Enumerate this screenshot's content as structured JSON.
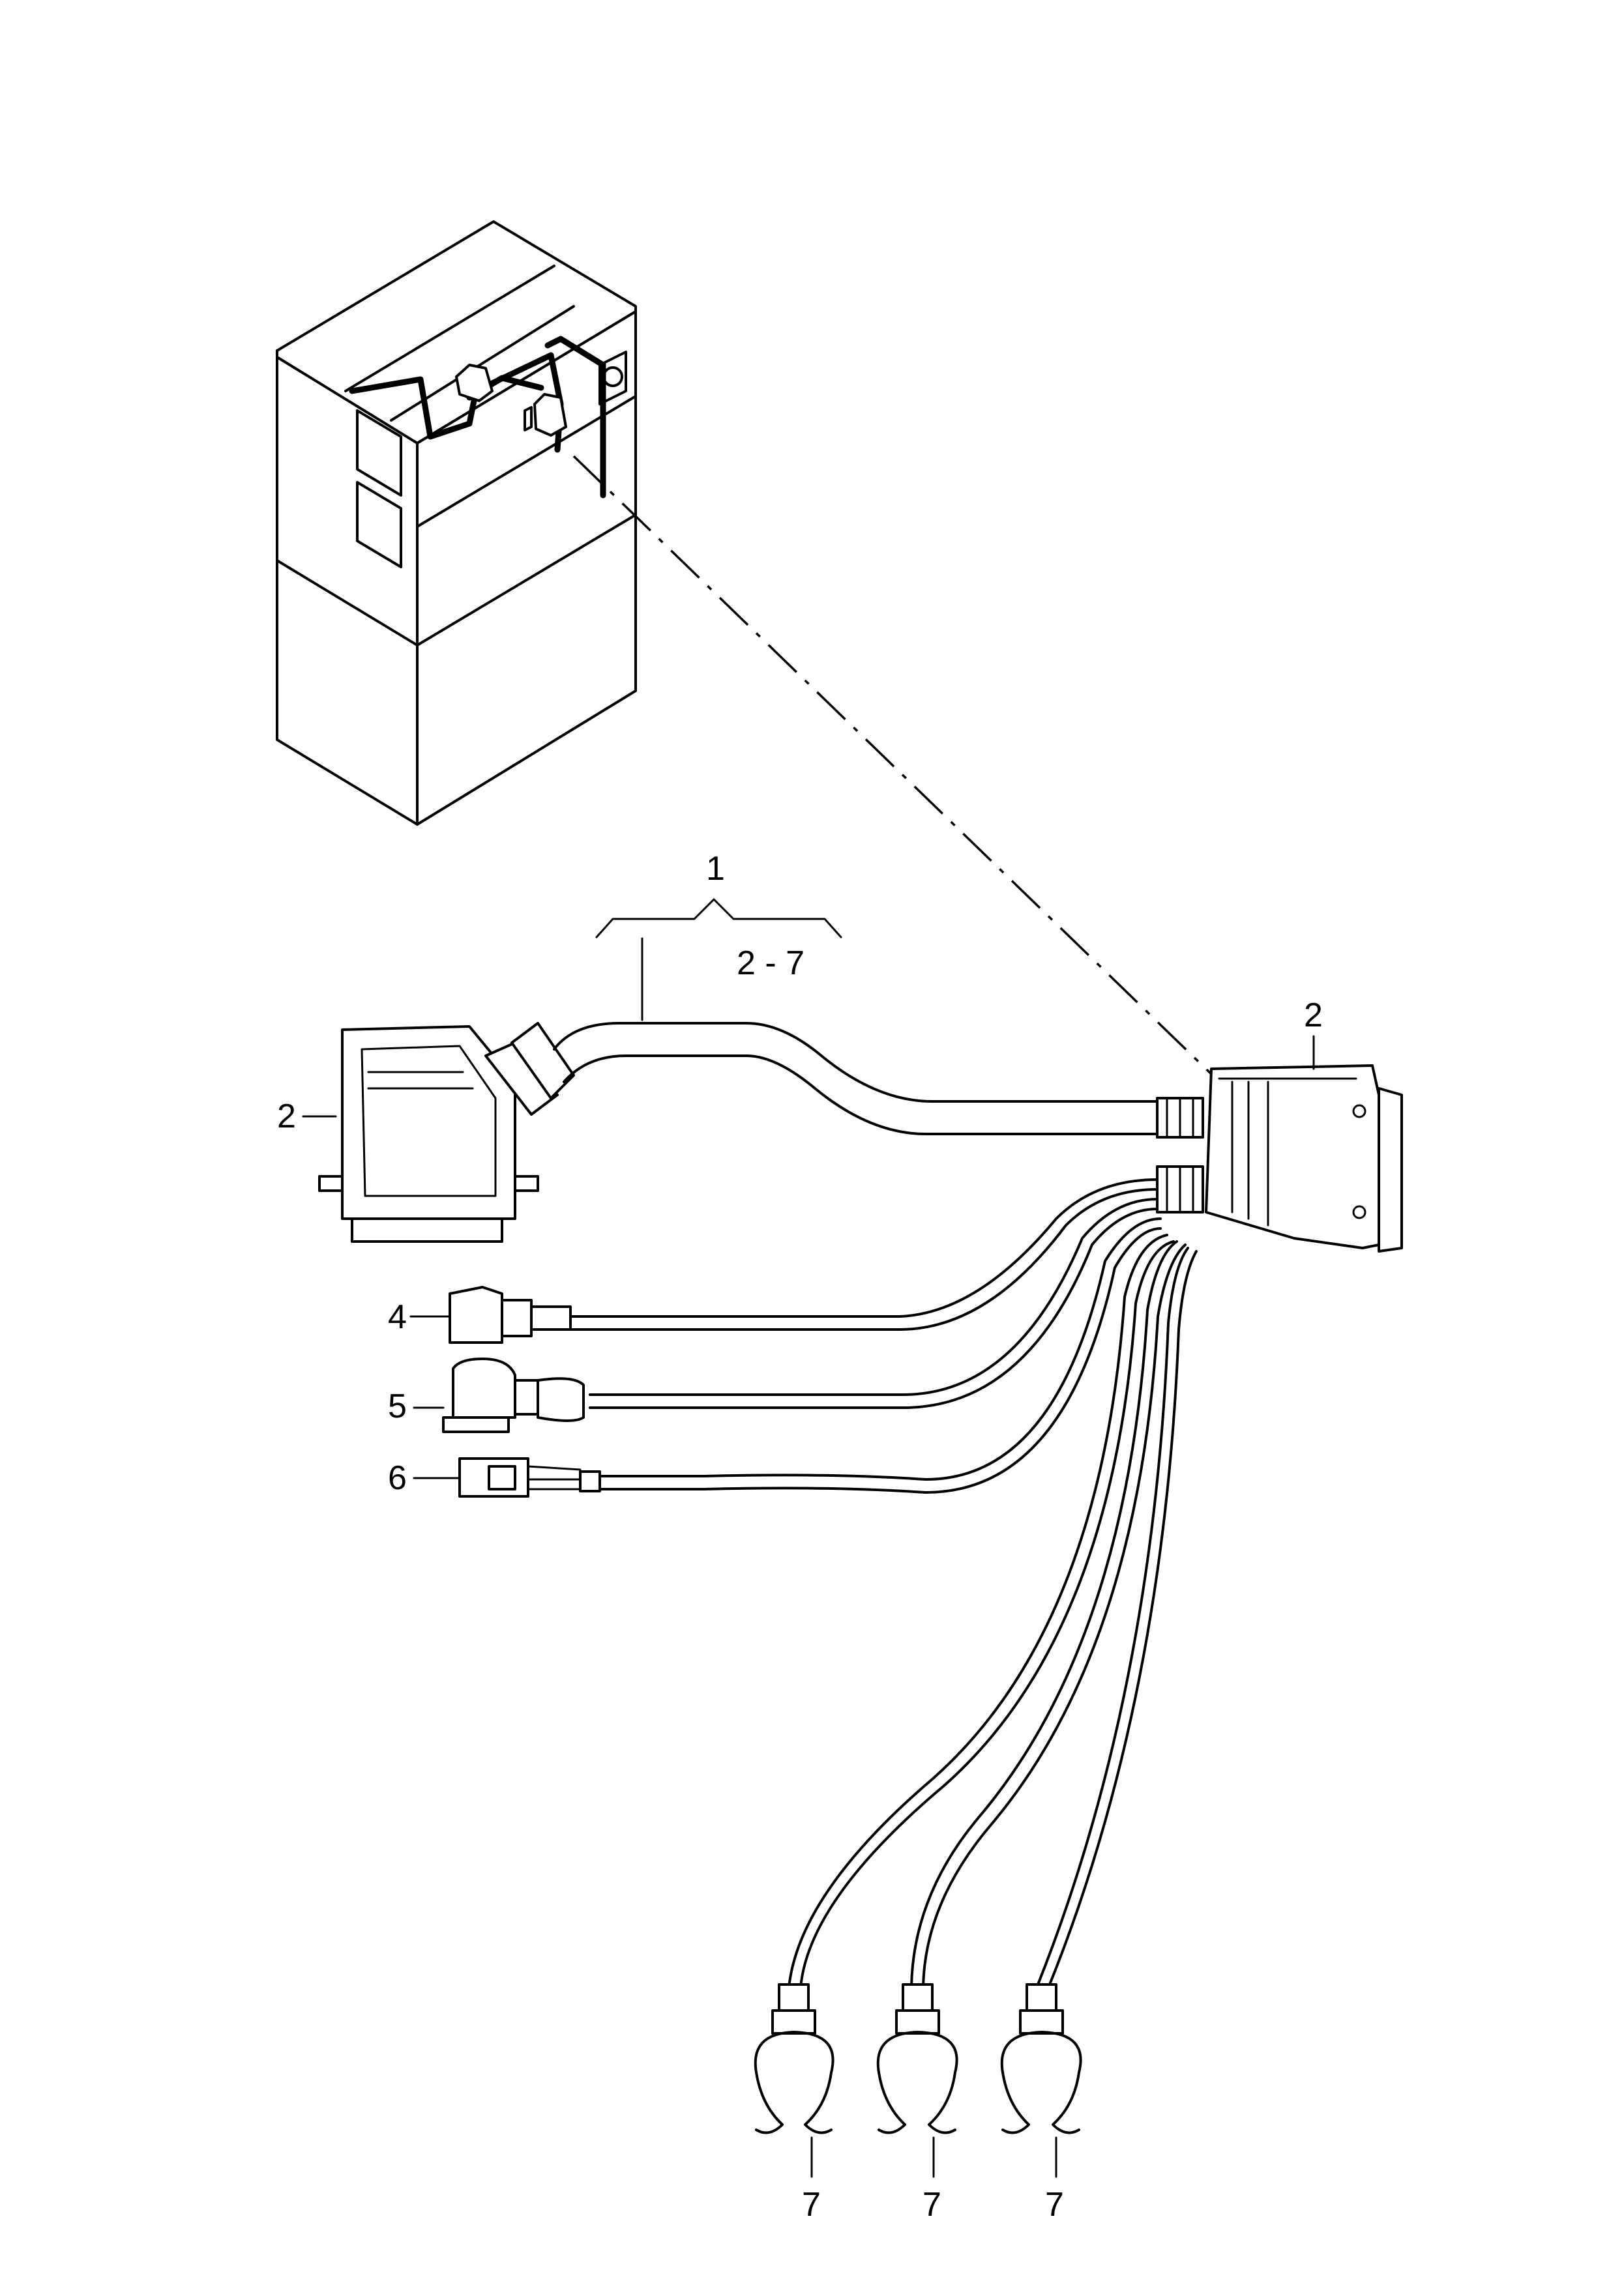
{
  "callouts": {
    "assembly": "1",
    "assembly_range": "2 - 7",
    "connector_right": "2",
    "connector_left": "2",
    "item_4": "4",
    "item_5": "5",
    "item_6": "6",
    "clip_a": "7",
    "clip_b": "7",
    "clip_c": "7"
  }
}
